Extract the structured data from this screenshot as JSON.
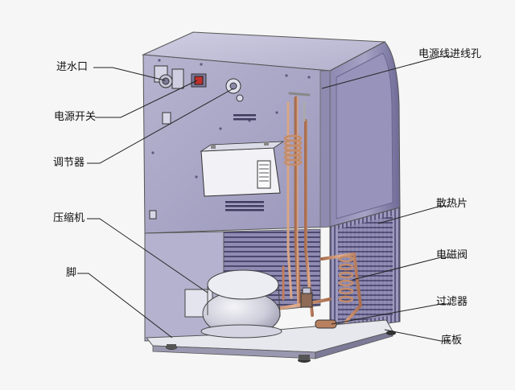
{
  "colors": {
    "background": "#f6f6f6",
    "cabinet": "#a9a6c4",
    "cabinet_dark": "#7f7ba6",
    "cabinet_light": "#c9c7de",
    "copper": "#c58d6a",
    "panel_white": "#f3f3f6",
    "leader": "#222222"
  },
  "labels": {
    "water_inlet": "进水口",
    "power_switch": "电源开关",
    "regulator": "调节器",
    "compressor": "压缩机",
    "foot": "脚",
    "cord_hole": "电源线进线孔",
    "heat_sink": "散热片",
    "solenoid_valve": "电磁阀",
    "filter": "过滤器",
    "base_plate": "底板"
  }
}
